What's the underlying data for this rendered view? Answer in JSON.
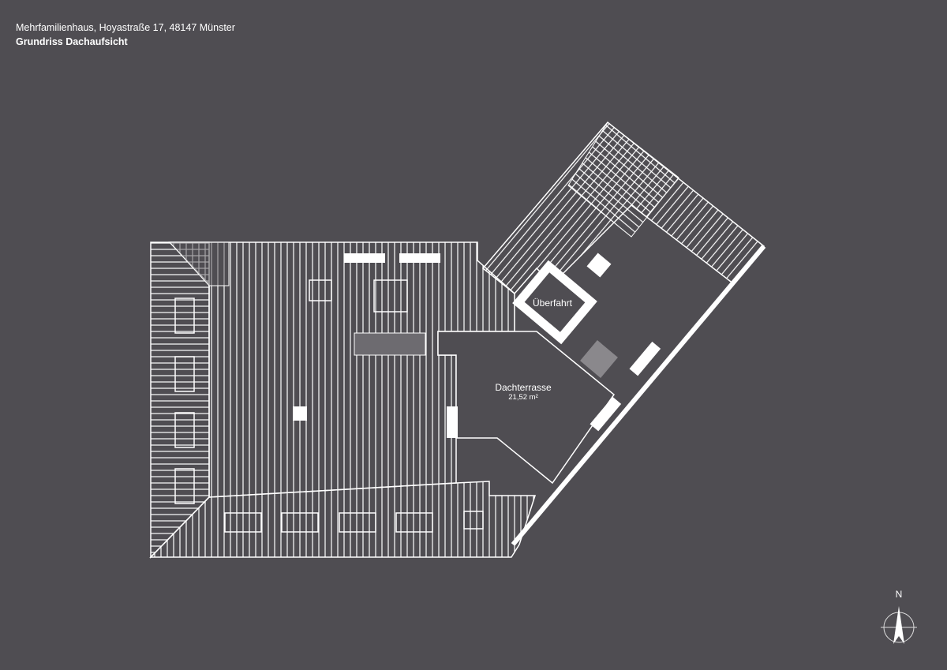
{
  "header": {
    "address": "Mehrfamilienhaus, Hoyastraße 17, 48147 Münster",
    "title": "Grundriss Dachaufsicht"
  },
  "plan": {
    "rooms": [
      {
        "name": "Dachterrasse",
        "area": "21,52 m²"
      },
      {
        "name": "Überfahrt"
      }
    ]
  },
  "compass": {
    "north_label": "N"
  },
  "colors": {
    "background": "#4f4d52",
    "lines": "#ffffff",
    "terrace_tile": "#8a888c"
  }
}
